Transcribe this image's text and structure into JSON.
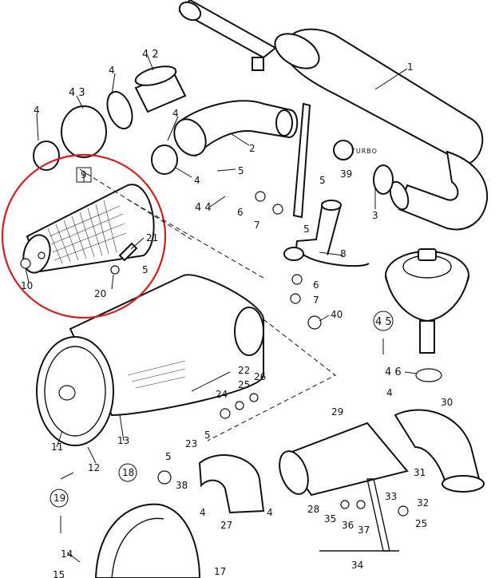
{
  "turbo_label": "TURBO",
  "highlight_color": "#d42020",
  "callouts": {
    "p1": "1",
    "p2": "2",
    "p3": "3",
    "p4a": "4",
    "p4b": "4",
    "p4c": "4",
    "p4d": "4",
    "p4e": "4",
    "p4f": "4",
    "p4g": "4",
    "p5a": "5",
    "p5b": "5",
    "p5c": "5",
    "p5d": "5",
    "p5e": "5",
    "p5f": "5",
    "p6a": "6",
    "p6b": "6",
    "p7a": "7",
    "p7b": "7",
    "p8": "8",
    "p9": "9",
    "p10": "10",
    "p11": "11",
    "p12": "12",
    "p13": "13",
    "p14": "14",
    "p15": "15",
    "p17": "17",
    "p18": "18",
    "p19": "19",
    "p20": "20",
    "p21": "21",
    "p22": "22",
    "p23": "23",
    "p24": "24",
    "p25a": "25",
    "p25b": "25",
    "p26": "26",
    "p27": "27",
    "p28": "28",
    "p29": "29",
    "p30": "30",
    "p31": "31",
    "p32": "32",
    "p33": "33",
    "p34": "34",
    "p35": "35",
    "p36": "36",
    "p37": "37",
    "p38": "38",
    "p39": "39",
    "p40": "40",
    "p42": "4 2",
    "p43": "4 3",
    "p44": "4 4",
    "p45": "4 5",
    "p46": "4 6"
  }
}
